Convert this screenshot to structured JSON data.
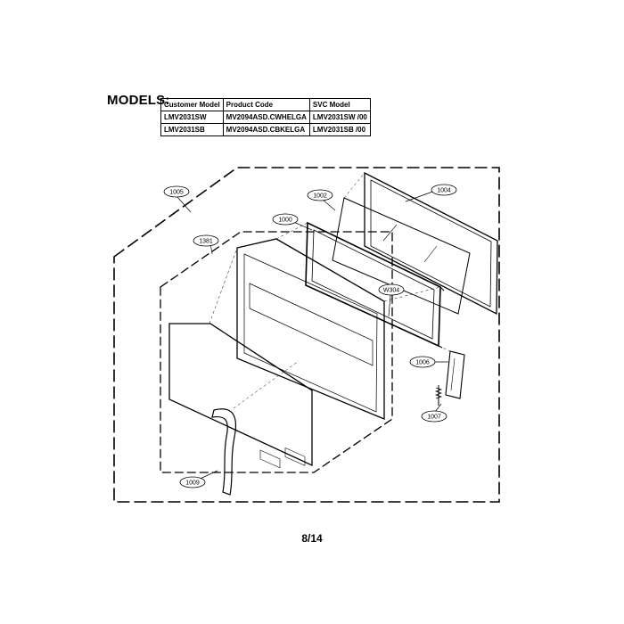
{
  "models_label": "MODELS:",
  "table": {
    "headers": [
      "Customer Model",
      "Product Code",
      "SVC Model"
    ],
    "rows": [
      [
        "LMV2031SW",
        "MV2094ASD.CWHELGA",
        "LMV2031SW /00"
      ],
      [
        "LMV2031SB",
        "MV2094ASD.CBKELGA",
        "LMV2031SB /00"
      ]
    ]
  },
  "callouts": {
    "c1005": "1005",
    "c1381": "1381",
    "c1002": "1002",
    "c1000": "1000",
    "c1004": "1004",
    "cW304": "W304",
    "c1006": "1006",
    "c1007": "1007",
    "c1009": "1009"
  },
  "page_number": "8/14"
}
